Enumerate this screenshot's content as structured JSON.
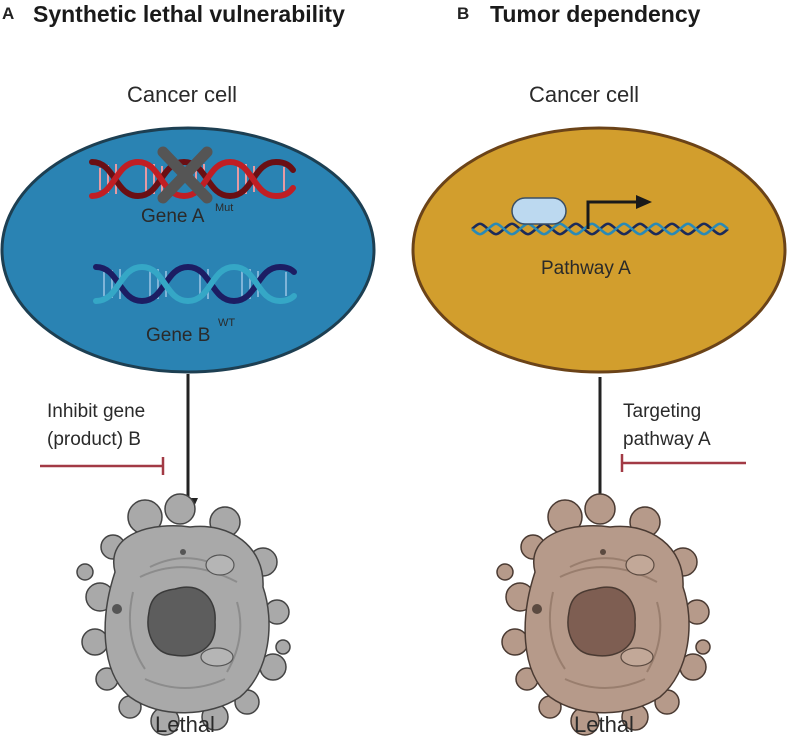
{
  "panel_a": {
    "letter": "A",
    "title": "Synthetic lethal vulnerability",
    "cell_label": "Cancer cell",
    "gene_a": "Gene A",
    "gene_a_sup": "Mut",
    "gene_b": "Gene B",
    "gene_b_sup": "WT",
    "intervention_line1": "Inhibit gene",
    "intervention_line2": "(product) B",
    "outcome": "Lethal",
    "cell_color": "#2a83b3",
    "dead_cell_color": "#a9a9a9"
  },
  "panel_b": {
    "letter": "B",
    "title": "Tumor dependency",
    "cell_label": "Cancer cell",
    "pathway": "Pathway A",
    "intervention_line1": "Targeting",
    "intervention_line2": "pathway A",
    "outcome": "Lethal",
    "cell_color": "#d29e2d",
    "dead_cell_color": "#b69a8a"
  },
  "inhibitor_color": "#a23a45"
}
